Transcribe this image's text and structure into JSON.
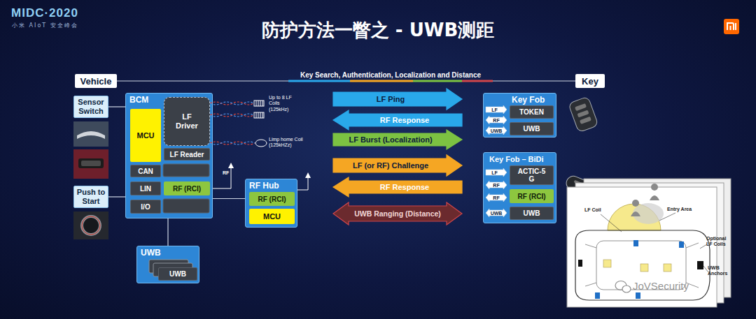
{
  "diagram": {
    "title": "防护方法一瞥之 - UWB测距",
    "nodes": [
      {
        "text": [
          "Vehicle"
        ]
      },
      {
        "text": [
          "Sensor Switch"
        ]
      },
      {
        "text": [
          "BCM"
        ]
      },
      {
        "text": [
          "MCU"
        ],
        "in": 2
      },
      {
        "text": [
          "LF Driver"
        ],
        "in": 2
      },
      {
        "text": [
          "LF Reader"
        ],
        "in": 2
      },
      {
        "text": [
          "CAN"
        ],
        "in": 2
      },
      {
        "text": [
          "LIN"
        ],
        "in": 2
      },
      {
        "text": [
          "RF (RCI)"
        ],
        "in": 2
      },
      {
        "text": [
          "I/O"
        ],
        "in": 2
      },
      {
        "text": [
          "Push to Start"
        ]
      },
      {
        "text": [
          "RF Hub"
        ]
      },
      {
        "text": [
          "RF (RCI)"
        ],
        "in": 11
      },
      {
        "text": [
          "MCU"
        ],
        "in": 11
      },
      {
        "text": [
          "UWB"
        ]
      },
      {
        "text": [
          "UWB"
        ],
        "in": 14
      },
      {
        "text": [
          "LF Ping"
        ]
      },
      {
        "text": [
          "RF Response"
        ]
      },
      {
        "text": [
          "LF Burst (Localization)"
        ]
      },
      {
        "text": [
          "LF (or RF) Challenge"
        ]
      },
      {
        "text": [
          "RF Response"
        ]
      },
      {
        "text": [
          "UWB Ranging (Distance)"
        ]
      },
      {
        "text": [
          "Key"
        ]
      },
      {
        "text": [
          "Key Fob"
        ]
      },
      {
        "text": [
          "LF"
        ],
        "in": 23
      },
      {
        "text": [
          "TOKEN"
        ],
        "in": 23
      },
      {
        "text": [
          "RF"
        ],
        "in": 23
      },
      {
        "text": [
          "UWB"
        ],
        "in": 23
      },
      {
        "text": [
          "UWB"
        ],
        "in": 23
      },
      {
        "text": [
          "Key Fob – BiDi"
        ]
      },
      {
        "text": [
          "LF"
        ],
        "in": 29
      },
      {
        "text": [
          "ACTIC-5 G"
        ],
        "in": 29
      },
      {
        "text": [
          "RF"
        ],
        "in": 29
      },
      {
        "text": [
          "RF"
        ],
        "in": 29
      },
      {
        "text": [
          "RF (RCI)"
        ],
        "in": 29
      },
      {
        "text": [
          "UWB"
        ],
        "in": 29
      },
      {
        "text": [
          "UWB"
        ],
        "in": 29
      }
    ],
    "edges": [
      {
        "from": 0,
        "to": 22,
        "arrow": "none",
        "label": "Key Search, Authentication, Localization and Distance"
      },
      {
        "from": 1,
        "to": 2,
        "arrow": "none"
      },
      {
        "from": 10,
        "to": 2,
        "arrow": "none"
      },
      {
        "from": 2,
        "to": 11,
        "arrow": "none"
      },
      {
        "from": 2,
        "to": 14,
        "arrow": "none"
      }
    ],
    "labels": [
      "MIDC·2020",
      "小米 AIoT 安全峰会",
      "Up to 8 LF Coils (125kHz)",
      "Limp home Coil (125kHZz)",
      "RF",
      "LF Coil",
      "Entry Area",
      "Optional LF Coils",
      "UWB Anchors",
      "JoVSecurity"
    ]
  }
}
